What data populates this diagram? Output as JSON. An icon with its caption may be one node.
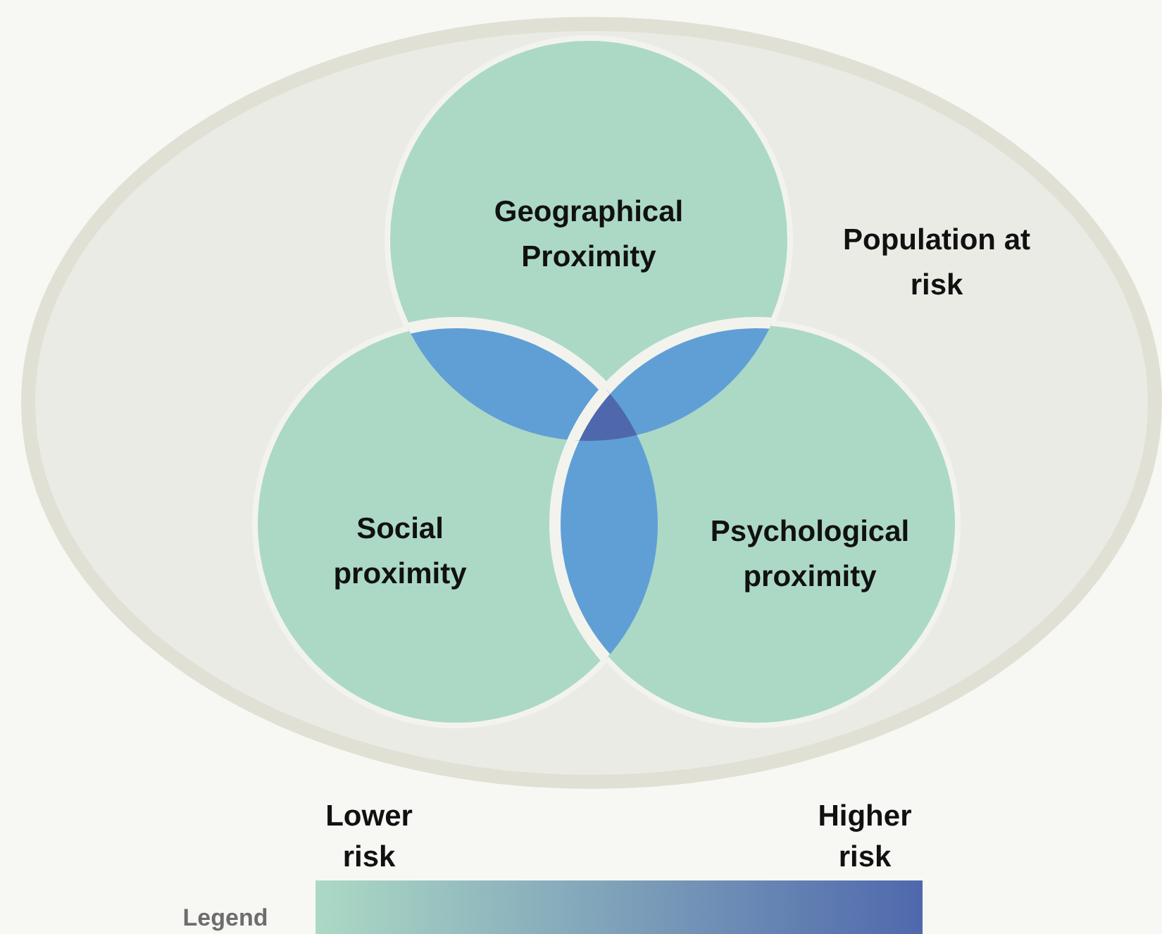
{
  "diagram": {
    "nodes": [
      {
        "text": [
          "Population at risk"
        ]
      },
      {
        "text": [
          "Geographical Proximity"
        ],
        "in": 0
      },
      {
        "text": [
          "Social proximity"
        ],
        "in": 0
      },
      {
        "text": [
          "Psychological proximity"
        ],
        "in": 0
      }
    ],
    "labels": [
      "Legend"
    ],
    "legend": [
      {
        "text": "Lower risk",
        "color": "#acd9c5"
      },
      {
        "text": "Higher risk",
        "color": "#4f68ad"
      }
    ]
  }
}
